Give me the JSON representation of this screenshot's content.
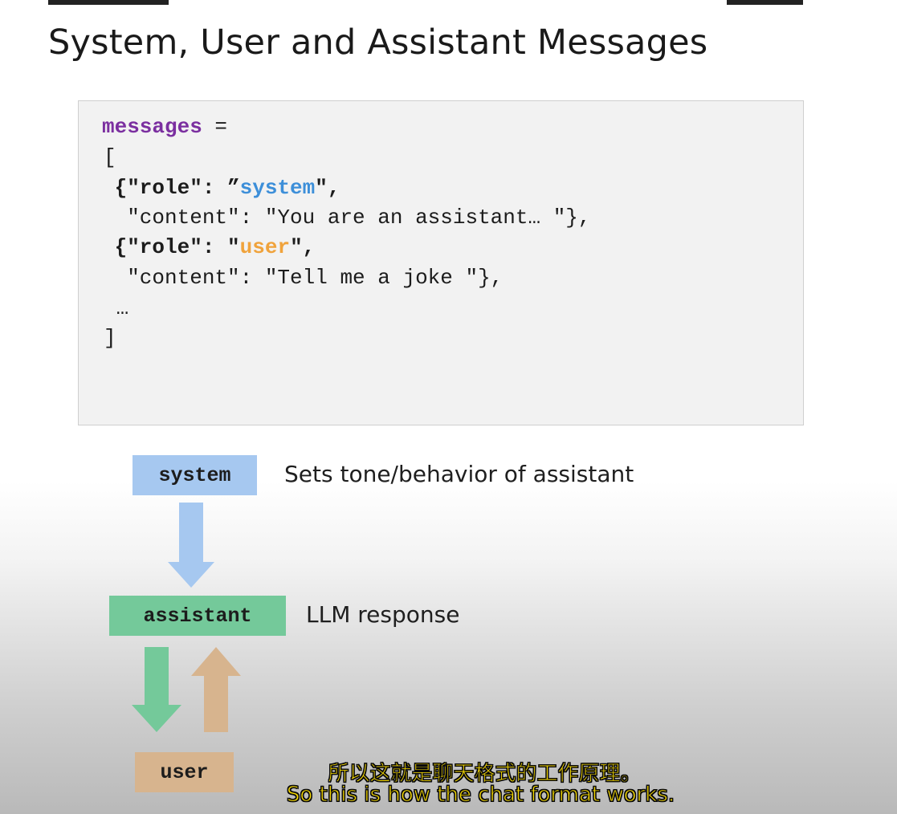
{
  "slide": {
    "title": "System, User and Assistant Messages"
  },
  "code": {
    "line1_var": "messages",
    "line1_eq": " =",
    "line2": "[",
    "line3_open": " {\"role\": ",
    "line3_q": "”",
    "line3_role": "system",
    "line3_close": "\",",
    "line4": "  \"content\": \"You are an assistant… \"},",
    "line5_open": " {\"role\": \"",
    "line5_role": "user",
    "line5_close": "\",",
    "line6": "  \"content\": \"Tell me a joke \"},",
    "line7": " …",
    "line8": "]"
  },
  "diagram": {
    "system_label": "system",
    "system_desc": "Sets tone/behavior of assistant",
    "assistant_label": "assistant",
    "assistant_desc": "LLM response",
    "user_label": "user"
  },
  "subtitles": {
    "zh": "所以这就是聊天格式的工作原理。",
    "en": "So this is how the chat format works."
  },
  "colors": {
    "system_box": "#a6c8f0",
    "assistant_box": "#74c99a",
    "user_box": "#d7b48e",
    "code_purple": "#7b2fa0",
    "code_blue": "#3d8fd9",
    "code_orange": "#f0a33c",
    "subtitle_yellow": "#f5d800"
  }
}
